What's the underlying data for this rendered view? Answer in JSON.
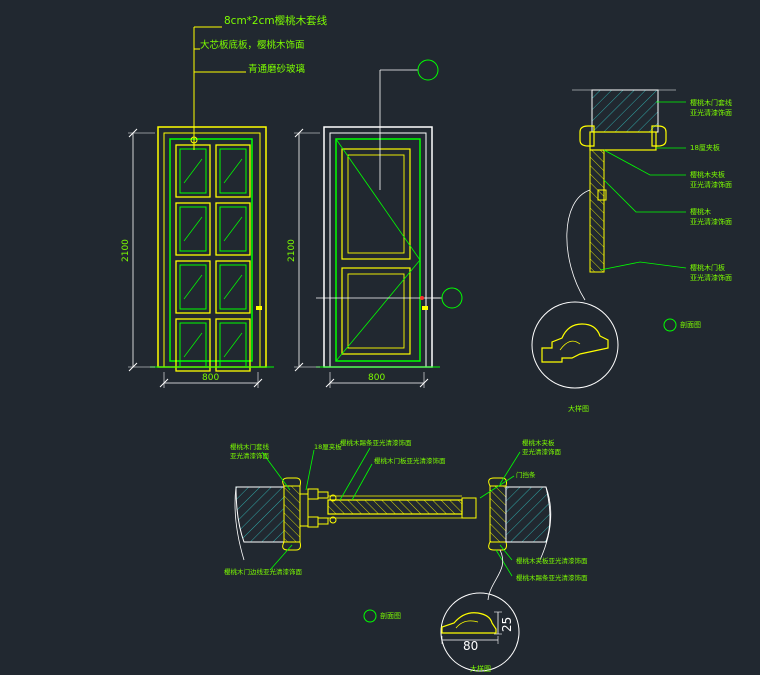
{
  "colors": {
    "background": "#212830",
    "outline_yellow": "#ffff00",
    "detail_green": "#00ff00",
    "text_green": "#7cfc00",
    "dim_white": "#ffffff",
    "hatch_cyan": "#2fa6a6"
  },
  "elevation_notes": {
    "top": "8cm*2cm樱桃木套线",
    "middle": "大芯板底板，樱桃木饰面",
    "glass": "青通磨砂玻璃"
  },
  "dimensions": {
    "door_height": "2100",
    "door_width": "800",
    "detail_width": "80",
    "detail_depth": "25"
  },
  "side_section_labels": {
    "frame_line1": "樱桃木门套线",
    "frame_line2": "亚光清漆饰面",
    "plywood": "18厘夹板",
    "panel_a_line1": "樱桃木夹板",
    "panel_a_line2": "亚光清漆饰面",
    "solid_line1": "樱桃木",
    "solid_line2": "亚光清漆饰面",
    "door_line1": "樱桃木门板",
    "door_line2": "亚光清漆饰面"
  },
  "plan_section_labels": {
    "left_top_line1": "樱桃木门套线",
    "left_top_line2": "亚光清漆饰面",
    "plywood": "18厘夹板",
    "mid_top": "樱桃木踢条亚光清漆饰面",
    "mid_second": "樱桃木门板亚光清漆饰面",
    "right_top_line1": "樱桃木夹板",
    "right_top_line2": "亚光清漆饰面",
    "stop": "门挡条",
    "left_bottom": "樱桃木门边线亚光清漆饰面",
    "right_bottom1": "樱桃木夹板亚光清漆饰面",
    "right_bottom2": "樱桃木踢条亚光清漆饰面"
  },
  "detail_labels": {
    "section_mark_upper": "剖面图",
    "large_detail_upper": "大样图",
    "section_mark_lower": "剖面图",
    "large_detail_lower": "大样图"
  }
}
